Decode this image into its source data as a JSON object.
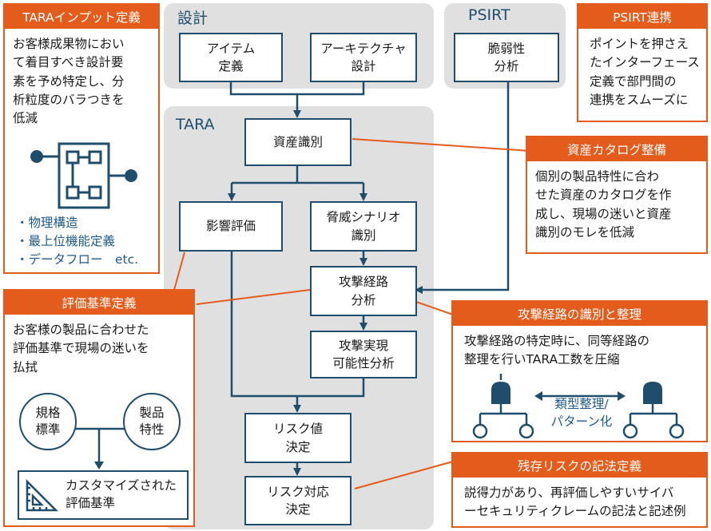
{
  "design": {
    "title": "設計",
    "item_def": "アイテム\n定義",
    "arch": "アーキテクチャ\n設計"
  },
  "psirt": {
    "title": "PSIRT",
    "vuln": "脆弱性\n分析"
  },
  "tara": {
    "title": "TARA",
    "asset": "資産識別",
    "impact": "影響評価",
    "threat": "脅威シナリオ\n識別",
    "attack_path": "攻撃経路\n分析",
    "feasibility": "攻撃実現\n可能性分析",
    "risk_value": "リスク値\n決定",
    "risk_response": "リスク対応\n決定"
  },
  "tara_input": {
    "title": "TARAインプット定義",
    "body": "お客様成果物におい\nて着目すべき設計要\n素を予め特定し、分\n析粒度のバラつきを\n低減",
    "bullets": [
      "・物理構造",
      "・最上位機能定義",
      "・データフロー　etc."
    ]
  },
  "psirt_link": {
    "title": "PSIRT連携",
    "body": "ポイントを押さえ\nたインターフェース\n定義で部門間の\n連携をスムーズに"
  },
  "asset_catalog": {
    "title": "資産カタログ整備",
    "body": "個別の製品特性に合わ\nせた資産のカタログを作\n成し、現場の迷いと資産\n識別のモレを低減"
  },
  "criteria": {
    "title": "評価基準定義",
    "body": "お客様の製品に合わせた\n評価基準で現場の迷いを\n払拭",
    "circle1": "規格\n標準",
    "circle2": "製品\n特性",
    "result": "カスタマイズされた\n評価基準"
  },
  "attack_org": {
    "title": "攻撃経路の識別と整理",
    "body": "攻撃経路の特定時に、同等経路の\n整理を行いTARA工数を圧縮",
    "arrow_label": "類型整理/\nパターン化"
  },
  "residual": {
    "title": "残存リスクの記法定義",
    "body": "説得力があり、再評価しやすいサイバ\nーセキュリティクレームの記法と記述例"
  },
  "colors": {
    "navy": "#1f4e6c",
    "orange": "#e45c1b",
    "panel": "#e0e0e0"
  }
}
